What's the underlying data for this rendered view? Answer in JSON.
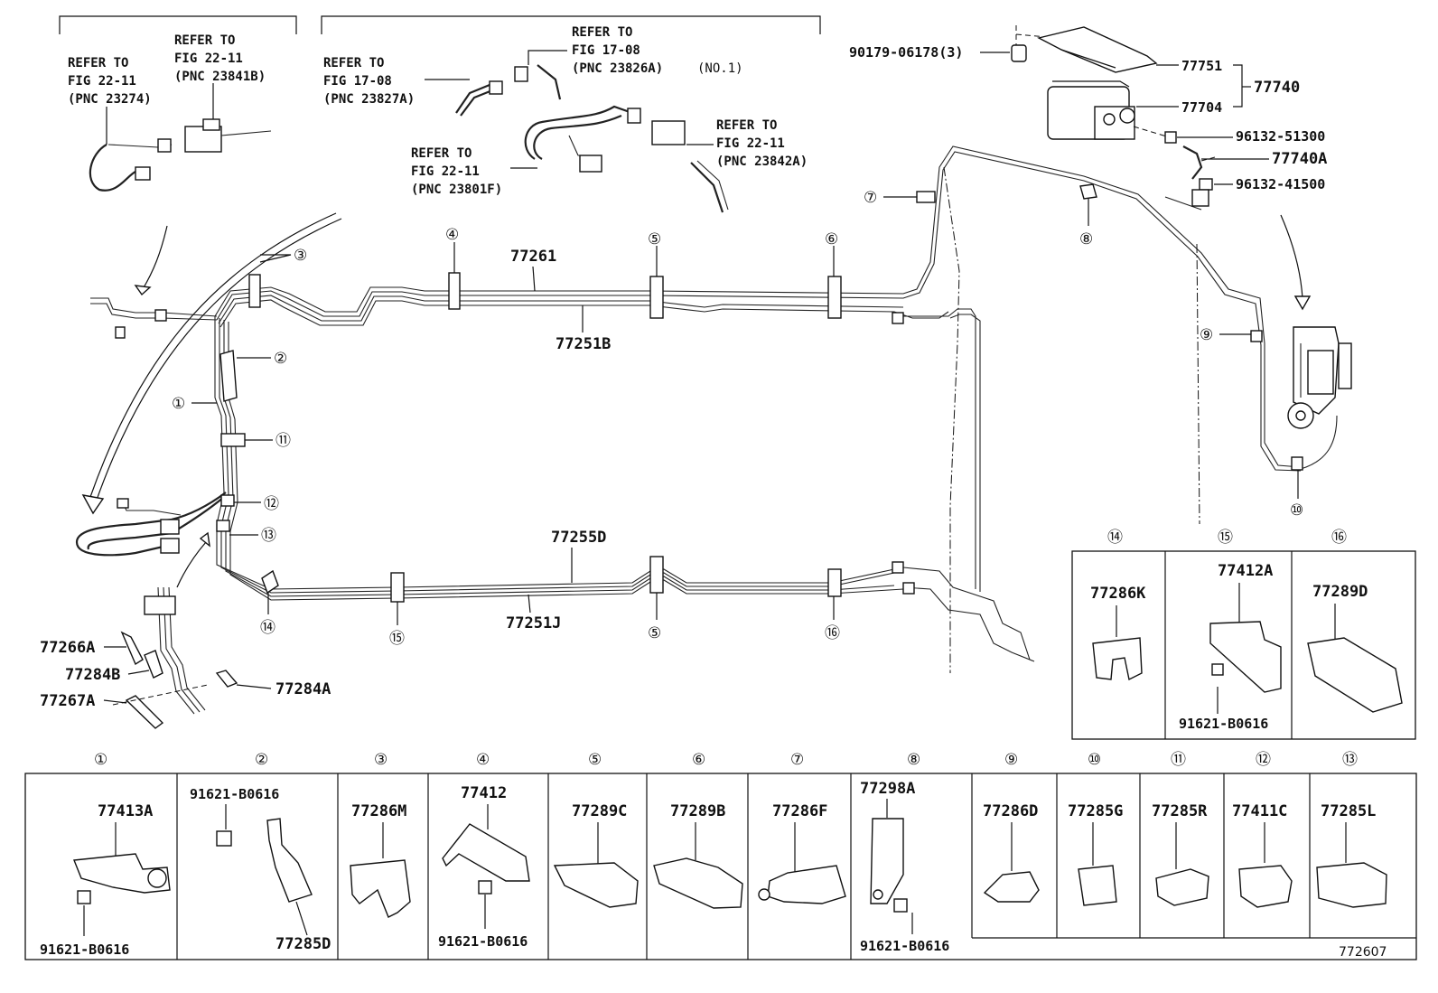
{
  "diagram": {
    "figure_number": "772607",
    "references": {
      "left_1": [
        "REFER TO",
        "FIG 22-11",
        "(PNC 23274)"
      ],
      "left_2": [
        "REFER TO",
        "FIG 22-11",
        "(PNC 23841B)"
      ],
      "mid_1": [
        "REFER TO",
        "FIG 17-08",
        "(PNC 23827A)"
      ],
      "mid_2": [
        "REFER TO",
        "FIG 17-08",
        "(PNC 23826A)"
      ],
      "mid_2_note": "(NO.1)",
      "mid_3": [
        "REFER TO",
        "FIG 22-11",
        "(PNC 23801F)"
      ],
      "mid_4": [
        "REFER TO",
        "FIG 22-11",
        "(PNC 23842A)"
      ]
    },
    "part_labels": {
      "p90179": "90179-06178(3)",
      "p77751": "77751",
      "p77740": "77740",
      "p77704": "77704",
      "p96132a": "96132-51300",
      "p77740A": "77740A",
      "p96132b": "96132-41500",
      "p77261": "77261",
      "p77251B": "77251B",
      "p77255D": "77255D",
      "p77251J": "77251J",
      "p77266A": "77266A",
      "p77284B": "77284B",
      "p77267A": "77267A",
      "p77284A": "77284A"
    },
    "callouts": {
      "c1": "①",
      "c2": "②",
      "c3": "③",
      "c4": "④",
      "c5": "⑤",
      "c6": "⑥",
      "c7": "⑦",
      "c8": "⑧",
      "c9": "⑨",
      "c10": "⑩",
      "c11": "⑪",
      "c12": "⑫",
      "c13": "⑬",
      "c14": "⑭",
      "c15": "⑮",
      "c16": "⑯"
    },
    "detail_panels": {
      "d14": {
        "callout": "⑭",
        "parts": [
          "77286K"
        ]
      },
      "d15": {
        "callout": "⑮",
        "parts": [
          "77412A",
          "91621-B0616"
        ]
      },
      "d16": {
        "callout": "⑯",
        "parts": [
          "77289D"
        ]
      },
      "d1": {
        "callout": "①",
        "parts": [
          "77413A",
          "91621-B0616"
        ]
      },
      "d2": {
        "callout": "②",
        "parts": [
          "91621-B0616",
          "77285D"
        ]
      },
      "d3": {
        "callout": "③",
        "parts": [
          "77286M"
        ]
      },
      "d4": {
        "callout": "④",
        "parts": [
          "77412",
          "91621-B0616"
        ]
      },
      "d5": {
        "callout": "⑤",
        "parts": [
          "77289C"
        ]
      },
      "d6": {
        "callout": "⑥",
        "parts": [
          "77289B"
        ]
      },
      "d7": {
        "callout": "⑦",
        "parts": [
          "77286F"
        ]
      },
      "d8": {
        "callout": "⑧",
        "parts": [
          "77298A",
          "91621-B0616"
        ]
      },
      "d9": {
        "callout": "⑨",
        "parts": [
          "77286D"
        ]
      },
      "d10": {
        "callout": "⑩",
        "parts": [
          "77285G"
        ]
      },
      "d11": {
        "callout": "⑪",
        "parts": [
          "77285R"
        ]
      },
      "d12": {
        "callout": "⑫",
        "parts": [
          "77411C"
        ]
      },
      "d13": {
        "callout": "⑬",
        "parts": [
          "77285L"
        ]
      }
    }
  }
}
